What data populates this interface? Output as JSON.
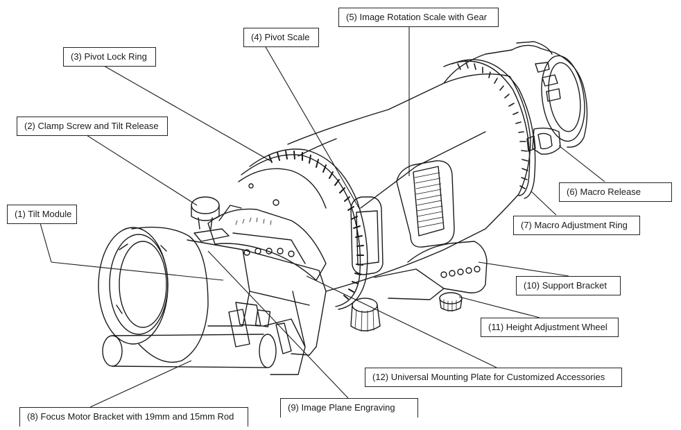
{
  "diagram": {
    "callouts": [
      {
        "id": "1",
        "label": "(1) Tilt Module"
      },
      {
        "id": "2",
        "label": "(2) Clamp Screw and Tilt Release"
      },
      {
        "id": "3",
        "label": "(3) Pivot Lock Ring"
      },
      {
        "id": "4",
        "label": "(4) Pivot Scale"
      },
      {
        "id": "5",
        "label": "(5) Image Rotation Scale with Gear"
      },
      {
        "id": "6",
        "label": "(6) Macro Release"
      },
      {
        "id": "7",
        "label": "(7) Macro Adjustment Ring"
      },
      {
        "id": "8",
        "label": "(8) Focus Motor Bracket with 19mm and 15mm Rod"
      },
      {
        "id": "9",
        "label": "(9) Image Plane Engraving"
      },
      {
        "id": "10",
        "label": "(10) Support Bracket"
      },
      {
        "id": "11",
        "label": "(11) Height Adjustment Wheel"
      },
      {
        "id": "12",
        "label": "(12) Universal Mounting Plate for Customized Accessories"
      }
    ],
    "colors": {
      "line": "#1a1a1a",
      "background": "#ffffff"
    },
    "illustration": "lens-with-tilt-module-line-drawing"
  }
}
